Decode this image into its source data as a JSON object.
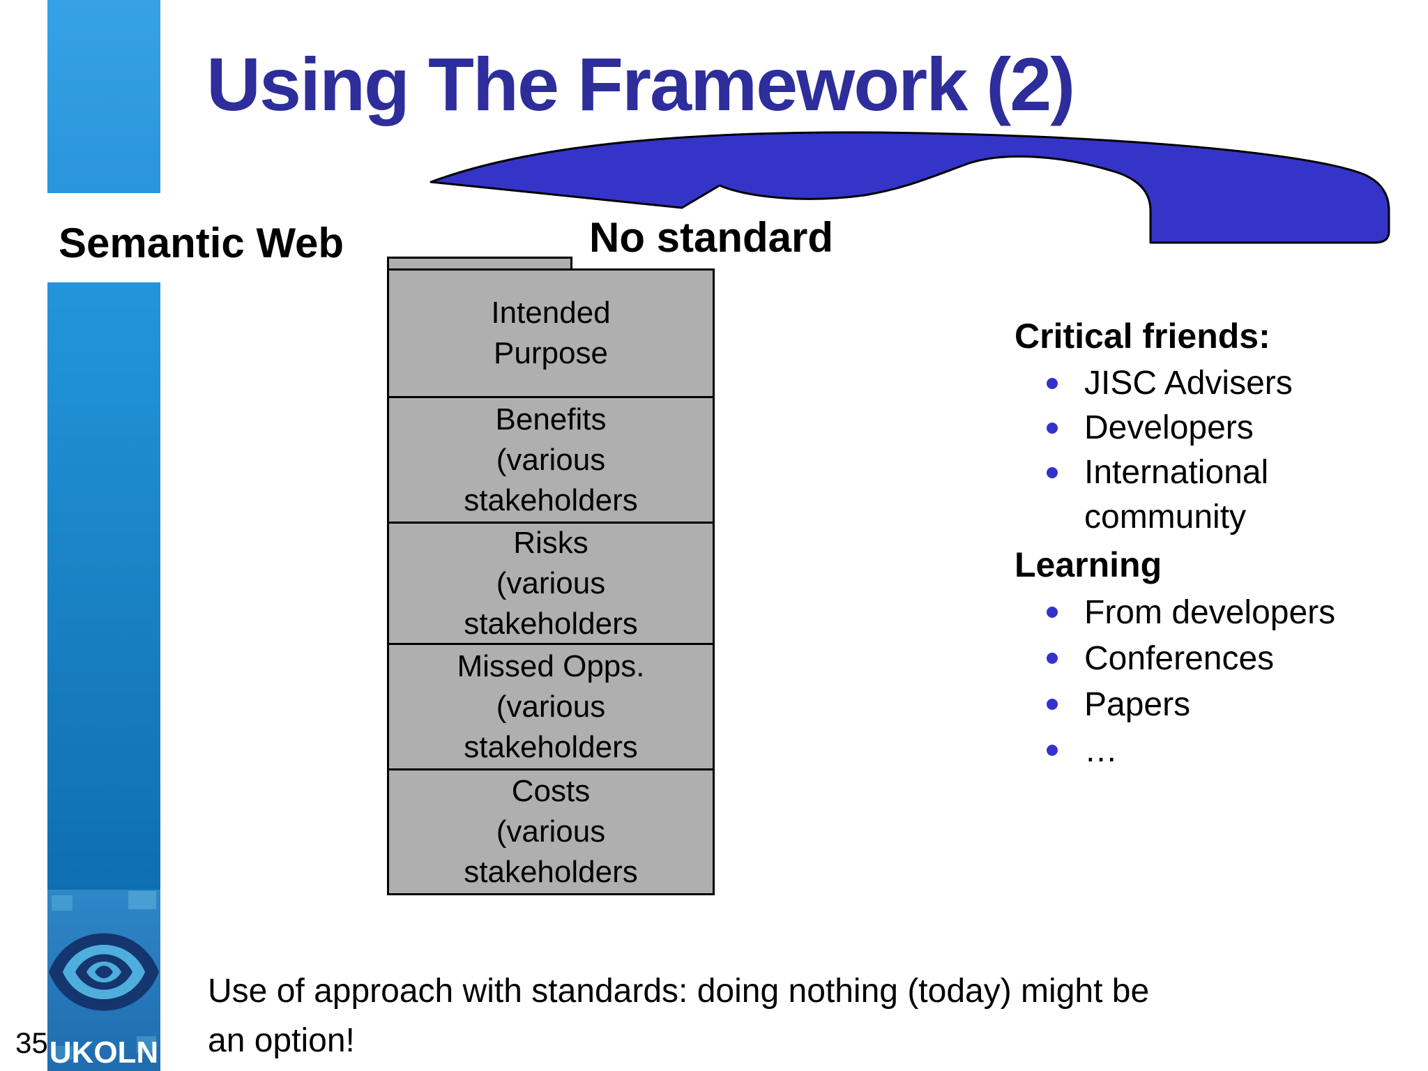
{
  "slide": {
    "title": "Using The Framework (2)",
    "page_number": "35",
    "labels": {
      "left": "Semantic Web",
      "middle": "No standard"
    },
    "stack": {
      "boxes": [
        {
          "lines": [
            "Intended",
            "Purpose",
            ""
          ]
        },
        {
          "lines": [
            "Benefits",
            "(various",
            "stakeholders"
          ]
        },
        {
          "lines": [
            "Risks",
            "(various",
            "stakeholders"
          ]
        },
        {
          "lines": [
            "Missed Opps.",
            "(various",
            "stakeholders"
          ]
        },
        {
          "lines": [
            "Costs",
            "(various",
            "stakeholders"
          ]
        }
      ]
    },
    "right_column": {
      "sections": [
        {
          "heading": "Critical friends:",
          "items": [
            "JISC Advisers",
            "Developers",
            "International community"
          ]
        },
        {
          "heading": "Learning",
          "items": [
            "From developers",
            "Conferences",
            "Papers",
            "…"
          ]
        }
      ]
    },
    "bottom_text": {
      "lines": [
        "Use of approach with standards: doing nothing (today) might be",
        "an option!"
      ]
    },
    "logo": {
      "text": "UKOLN"
    },
    "colors": {
      "title": "#2d2d9b",
      "arrow_fill": "#3434c8",
      "arrow_outline": "#000000",
      "bullet_dot": "#3333cc",
      "box_fill": "#afafaf",
      "box_border": "#000000",
      "left_bar_top": "#36a1e5",
      "left_bar_bottom": "#0e6fb0",
      "logo_navy": "#14356e",
      "logo_light_blue": "#4faedc"
    }
  }
}
